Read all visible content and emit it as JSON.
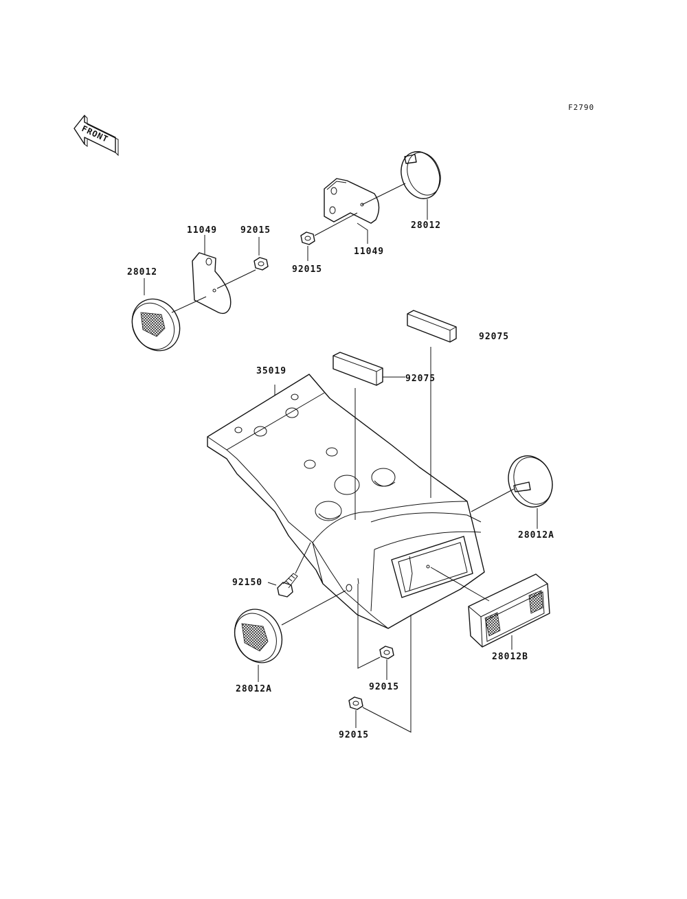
{
  "figure_code": "F2790",
  "front_label": "FRONT",
  "callouts": {
    "reflector_upper_right": "28012",
    "bracket_upper_right": "11049",
    "nut_upper_right": "92015",
    "bracket_upper_left": "11049",
    "nut_upper_left": "92015",
    "reflector_upper_left": "28012",
    "pad_right": "92075",
    "pad_left": "92075",
    "fender": "35019",
    "reflector_side_right": "28012A",
    "bolt": "92150",
    "reflector_side_left": "28012A",
    "reflector_rear": "28012B",
    "nut_lower_right": "92015",
    "nut_lower_left": "92015"
  },
  "colors": {
    "line": "#111111",
    "background": "#ffffff"
  }
}
